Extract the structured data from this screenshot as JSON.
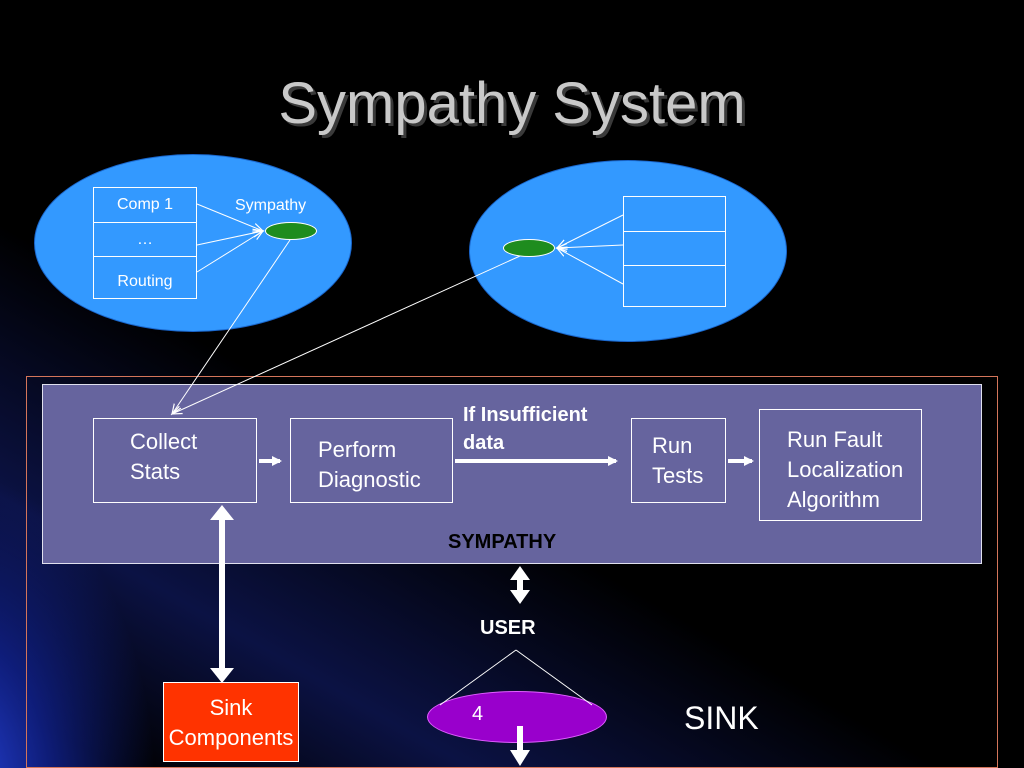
{
  "title": "Sympathy System",
  "left_node": {
    "components": [
      "Comp 1",
      "…",
      "Routing"
    ],
    "agent_label": "Sympathy"
  },
  "right_node": {
    "components": [
      "",
      "",
      ""
    ]
  },
  "sympathy_module": {
    "label": "SYMPATHY",
    "steps": {
      "collect": "Collect\nStats",
      "diagnostic": "Perform\nDiagnostic",
      "condition": "If Insufficient\ndata",
      "tests": "Run\nTests",
      "fault": "Run Fault\nLocalization\nAlgorithm"
    }
  },
  "user_label": "USER",
  "user_disc_label": "4",
  "sink_components": "Sink\nComponents",
  "sink_label": "SINK",
  "colors": {
    "background": "#000000",
    "node_fill": "#3399ff",
    "sympathy_panel": "#66649e",
    "agent_dot": "#1e8c1e",
    "sink_components": "#ff3300",
    "user_disc": "#9900cc",
    "sink_frame": "#d4755a"
  }
}
